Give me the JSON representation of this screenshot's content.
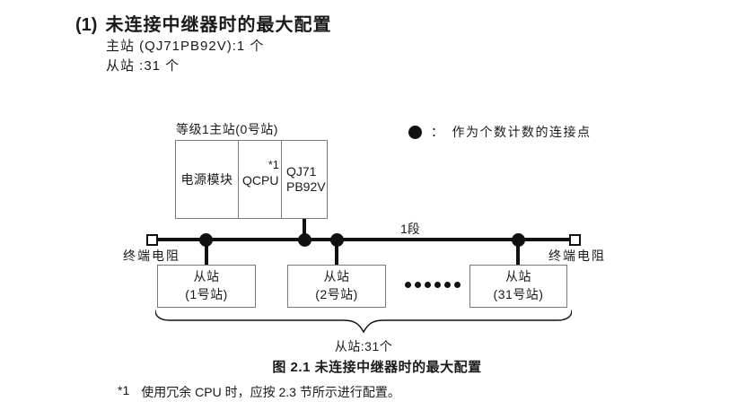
{
  "heading": {
    "number": "(1)",
    "title": "未连接中继器时的最大配置"
  },
  "specs": {
    "master": "主站 (QJ71PB92V):1 个",
    "slaves": "从站 :31 个"
  },
  "diagram": {
    "master_label": "等级1主站(0号站)",
    "legend": {
      "icon": "filled-circle",
      "separator": "：",
      "text": "作为个数计数的连接点"
    },
    "master_box": {
      "power_module": "电源模块",
      "cpu": "QCPU",
      "cpu_note": "*1",
      "network_module_line1": "QJ71",
      "network_module_line2": "PB92V"
    },
    "segment_label": "1段",
    "terminator_label_left": "终端电阻",
    "terminator_label_right": "终端电阻",
    "slaves": [
      {
        "line1": "从站",
        "line2": "(1号站)"
      },
      {
        "line1": "从站",
        "line2": "(2号站)"
      },
      {
        "line1": "从站",
        "line2": "(31号站)"
      }
    ],
    "slave_count_label": "从站:31个"
  },
  "caption": "图 2.1 未连接中继器时的最大配置",
  "footnote": {
    "marker": "*1",
    "text": "使用冗余 CPU 时，应按 2.3 节所示进行配置。"
  },
  "colors": {
    "text": "#1a1a1a",
    "box_border": "#7a7a7a",
    "line": "#111111",
    "background": "#ffffff"
  }
}
